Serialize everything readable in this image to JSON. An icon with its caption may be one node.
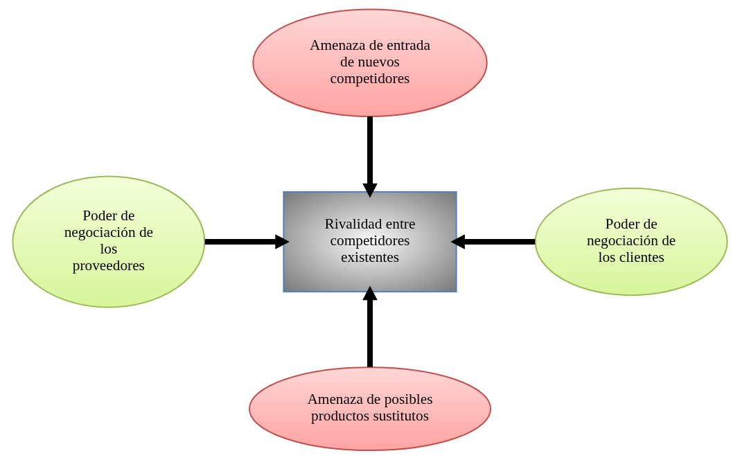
{
  "diagram": {
    "nodes": [
      {
        "text": [
          "Amenaza de entrada de nuevos competidores"
        ]
      },
      {
        "text": [
          "Poder de negociación de los proveedores"
        ]
      },
      {
        "text": [
          "Rivalidad entre competidores existentes"
        ]
      },
      {
        "text": [
          "Poder de negociación de los clientes"
        ]
      },
      {
        "text": [
          "Amenaza de posibles productos sustitutos"
        ]
      }
    ],
    "edges": [
      {
        "from": 0,
        "to": 2,
        "arrow": "to"
      },
      {
        "from": 1,
        "to": 2,
        "arrow": "to"
      },
      {
        "from": 3,
        "to": 2,
        "arrow": "to"
      },
      {
        "from": 4,
        "to": 2,
        "arrow": "to"
      }
    ]
  }
}
